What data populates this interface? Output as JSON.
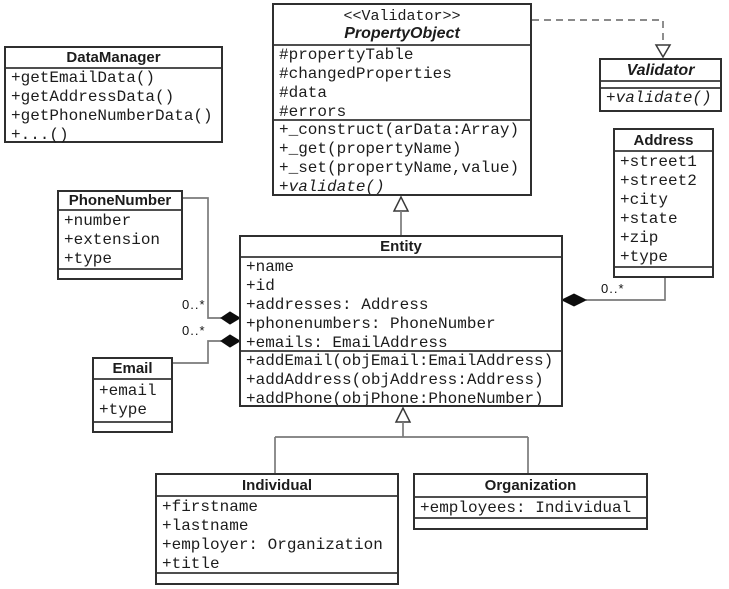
{
  "diagram_type": "uml-class-diagram",
  "colors": {
    "background": "#ffffff",
    "box_border": "#2f2f2f",
    "divider": "#4f4f4f",
    "connector_line": "#7a7a7a",
    "diamond_fill": "#0d0d0d",
    "text": "#1c1c1c"
  },
  "classes": [
    {
      "name": "DataManager",
      "methods": [
        "+getEmailData()",
        "+getAddressData()",
        "+getPhoneNumberData()",
        "+...()"
      ]
    },
    {
      "stereotype": "<<Validator>>",
      "name": "PropertyObject",
      "abstract": true,
      "attributes": [
        "#propertyTable",
        "#changedProperties",
        "#data",
        "#errors"
      ],
      "methods": [
        "+_construct(arData:Array)",
        "+_get(propertyName)",
        "+_set(propertyName,value)",
        "+validate()"
      ]
    },
    {
      "name": "Validator",
      "abstract": true,
      "methods": [
        "+validate()"
      ]
    },
    {
      "name": "Address",
      "attributes": [
        "+street1",
        "+street2",
        "+city",
        "+state",
        "+zip",
        "+type"
      ]
    },
    {
      "name": "PhoneNumber",
      "attributes": [
        "+number",
        "+extension",
        "+type"
      ]
    },
    {
      "name": "Email",
      "attributes": [
        "+email",
        "+type"
      ]
    },
    {
      "name": "Entity",
      "attributes": [
        "+name",
        "+id",
        "+addresses: Address",
        "+phonenumbers: PhoneNumber",
        "+emails: EmailAddress"
      ],
      "methods": [
        "+addEmail(objEmail:EmailAddress)",
        "+addAddress(objAddress:Address)",
        "+addPhone(objPhone:PhoneNumber)"
      ]
    },
    {
      "name": "Individual",
      "attributes": [
        "+firstname",
        "+lastname",
        "+employer: Organization",
        "+title"
      ]
    },
    {
      "name": "Organization",
      "attributes": [
        "+employees: Individual"
      ]
    }
  ],
  "relationships": [
    {
      "type": "realization",
      "from": "PropertyObject",
      "to": "Validator",
      "style": "dashed-hollow-triangle"
    },
    {
      "type": "generalization",
      "from": "Entity",
      "to": "PropertyObject"
    },
    {
      "type": "generalization",
      "from": "Individual",
      "to": "Entity"
    },
    {
      "type": "generalization",
      "from": "Organization",
      "to": "Entity"
    },
    {
      "type": "composition",
      "owner": "Entity",
      "part": "PhoneNumber",
      "multiplicity": "0..*"
    },
    {
      "type": "composition",
      "owner": "Entity",
      "part": "Email",
      "multiplicity": "0..*"
    },
    {
      "type": "composition",
      "owner": "Entity",
      "part": "Address",
      "multiplicity": "0..*"
    }
  ]
}
